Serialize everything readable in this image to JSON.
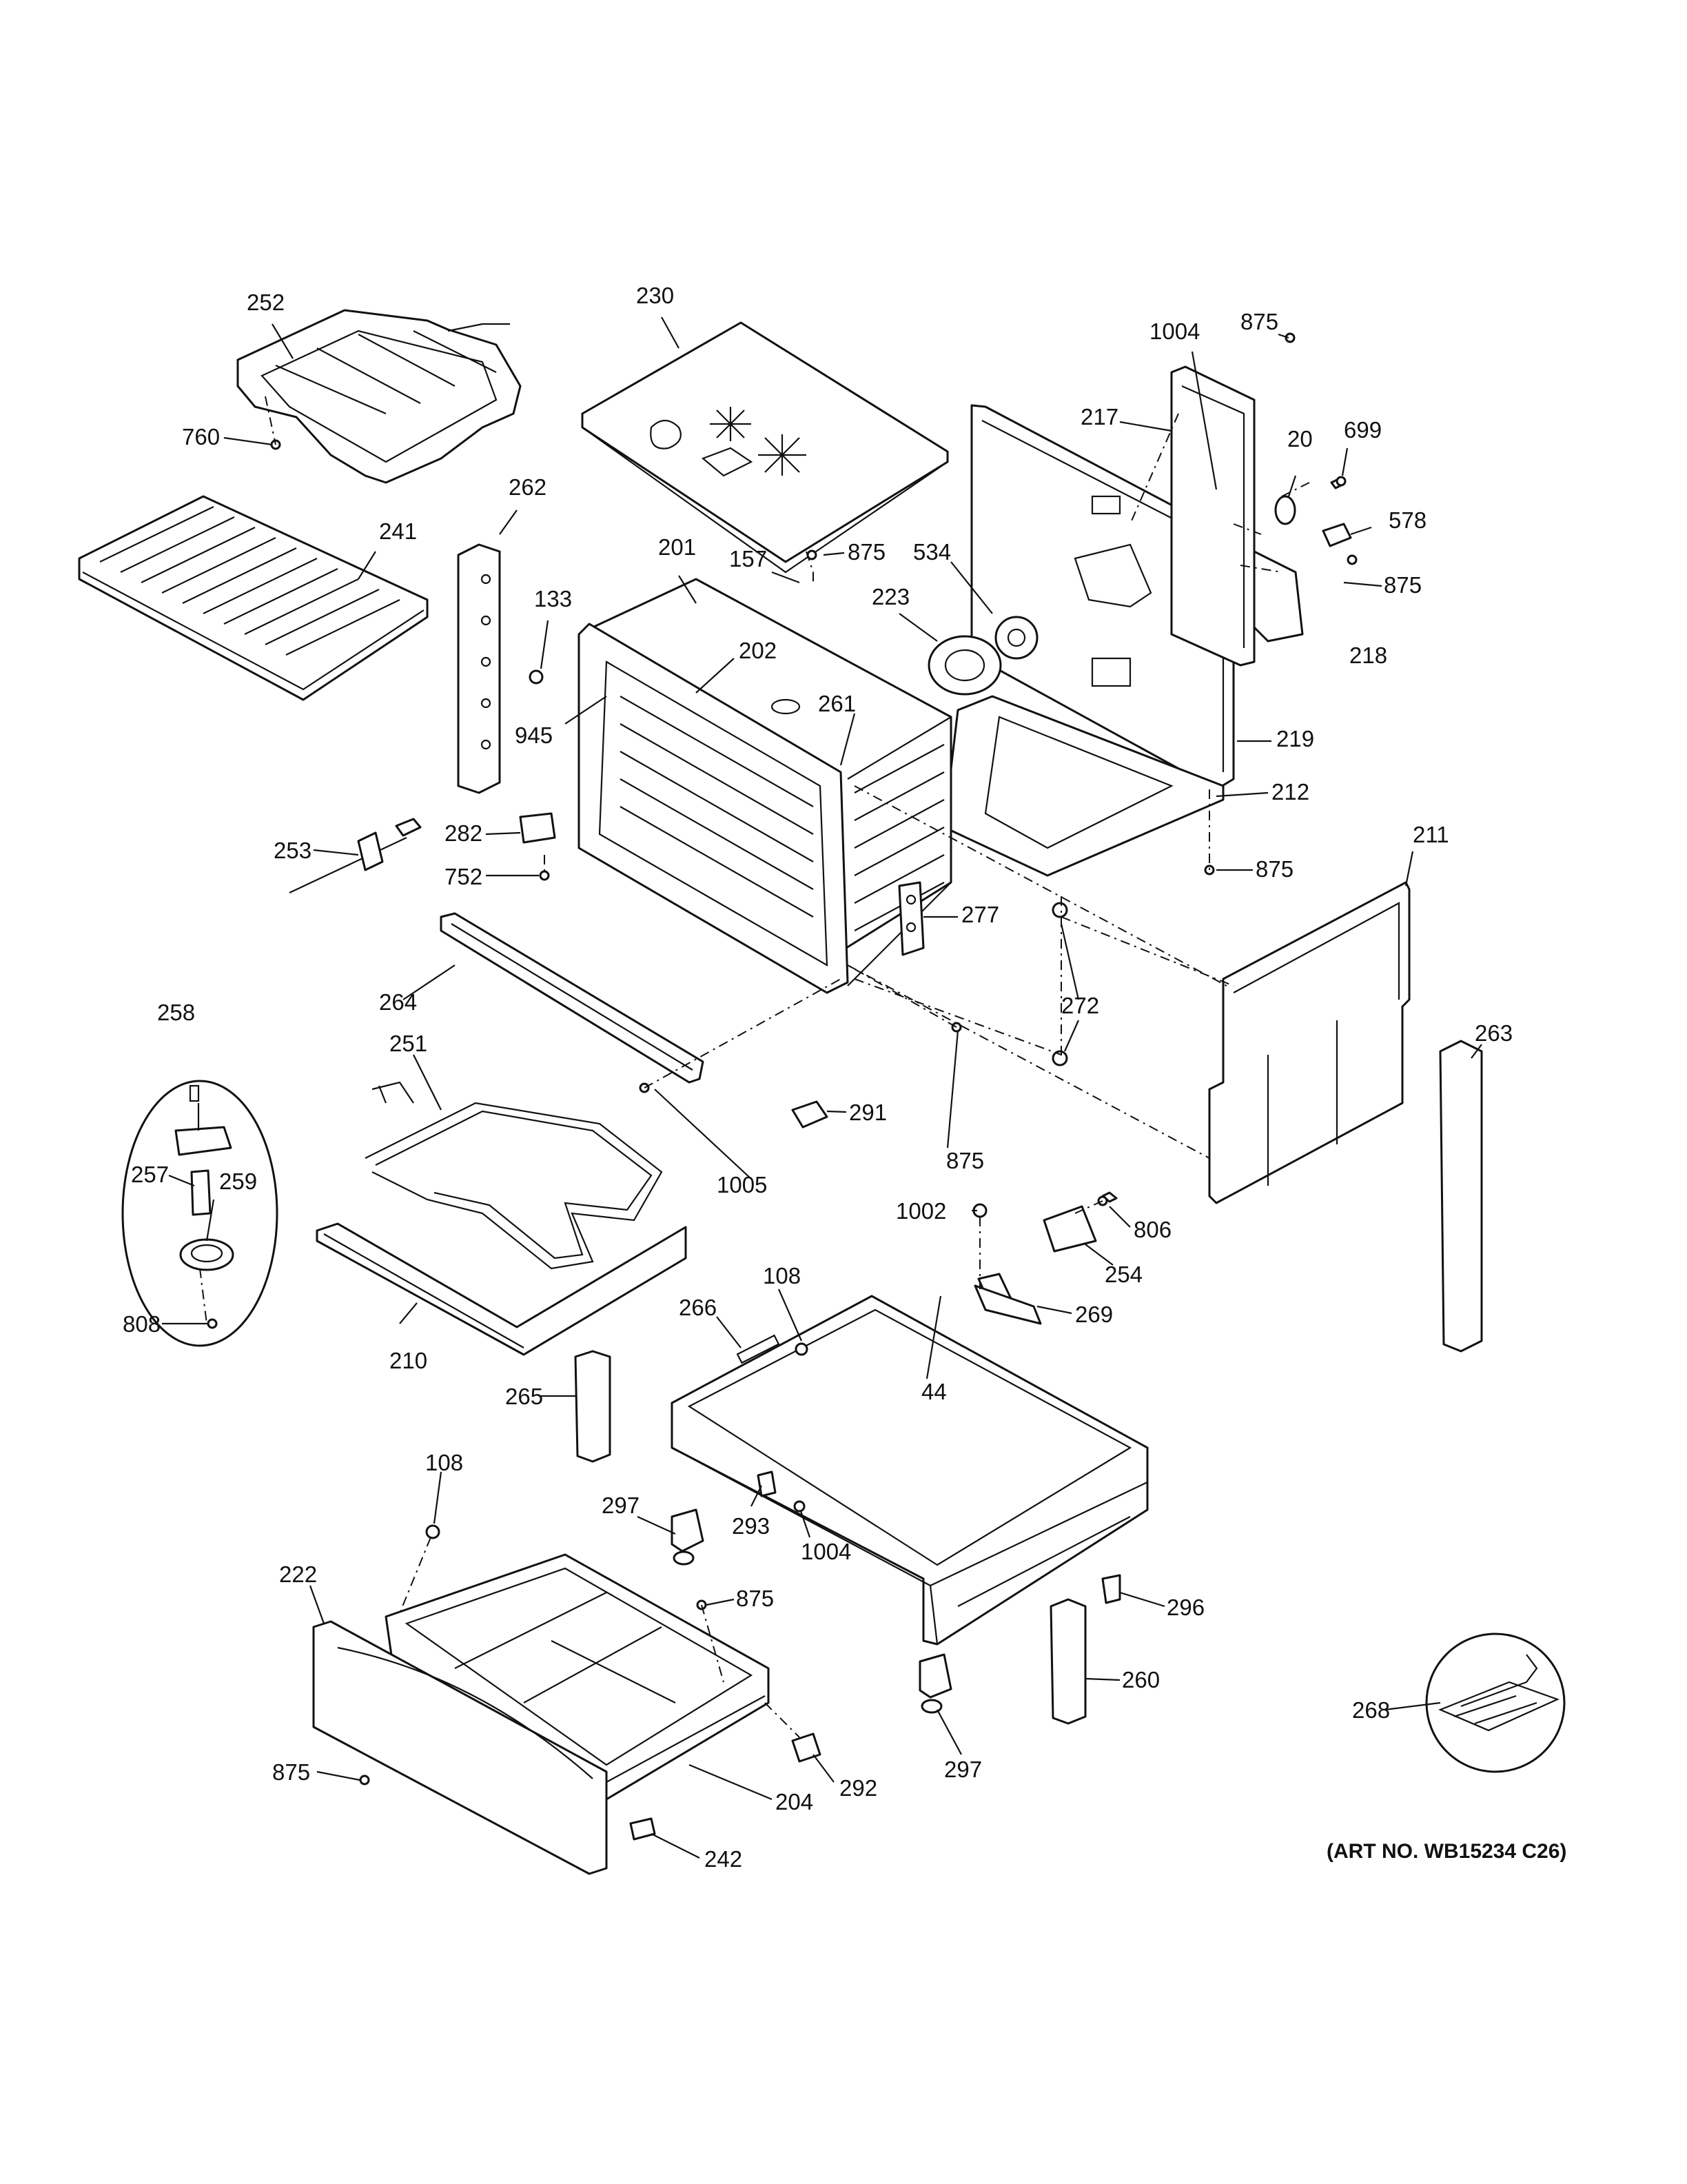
{
  "diagram": {
    "art_number": "(ART NO. WB15234 C26)",
    "callouts": {
      "c252": "252",
      "c230": "230",
      "c1004a": "1004",
      "c875a": "875",
      "c760": "760",
      "c217": "217",
      "c20": "20",
      "c699": "699",
      "c262": "262",
      "c578": "578",
      "c241": "241",
      "c201": "201",
      "c157": "157",
      "c875b": "875",
      "c534": "534",
      "c133": "133",
      "c223": "223",
      "c875c": "875",
      "c202": "202",
      "c218": "218",
      "c261": "261",
      "c945": "945",
      "c219": "219",
      "c212": "212",
      "c253": "253",
      "c282": "282",
      "c875d": "875",
      "c752": "752",
      "c211": "211",
      "c277": "277",
      "c264": "264",
      "c272": "272",
      "c258": "258",
      "c251": "251",
      "c263": "263",
      "c291": "291",
      "c875e": "875",
      "c257": "257",
      "c259": "259",
      "c1005": "1005",
      "c1002": "1002",
      "c806": "806",
      "c808": "808",
      "c254": "254",
      "c108a": "108",
      "c266": "266",
      "c269": "269",
      "c210": "210",
      "c44": "44",
      "c265": "265",
      "c108b": "108",
      "c297a": "297",
      "c293": "293",
      "c1004b": "1004",
      "c222": "222",
      "c875f": "875",
      "c296": "296",
      "c260": "260",
      "c268": "268",
      "c297b": "297",
      "c875g": "875",
      "c292": "292",
      "c204": "204",
      "c242": "242"
    }
  }
}
